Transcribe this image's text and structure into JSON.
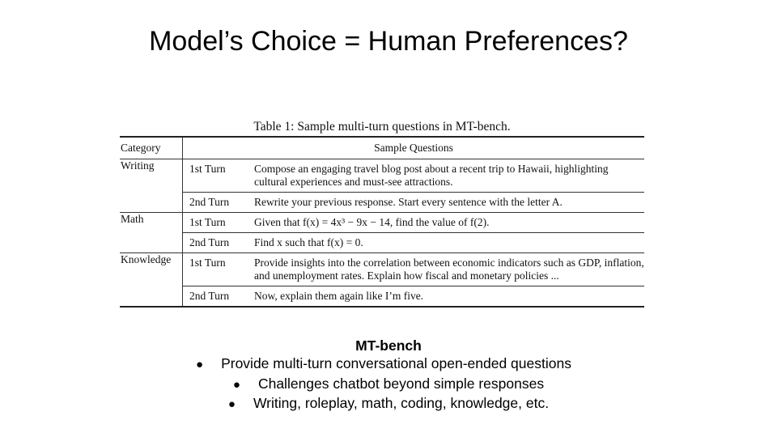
{
  "slide": {
    "title": "Model’s Choice = Human Preferences?"
  },
  "table": {
    "caption": "Table 1: Sample multi-turn questions in MT-bench.",
    "headers": {
      "category": "Category",
      "questions": "Sample Questions"
    },
    "groups": [
      {
        "category": "Writing",
        "turns": [
          {
            "turn": "1st Turn",
            "question": "Compose an engaging travel blog post about a recent trip to Hawaii, highlighting cultural experiences and must-see attractions."
          },
          {
            "turn": "2nd Turn",
            "question": "Rewrite your previous response. Start every sentence with the letter A."
          }
        ]
      },
      {
        "category": "Math",
        "turns": [
          {
            "turn": "1st Turn",
            "question": "Given that f(x) = 4x³ − 9x − 14, find the value of f(2)."
          },
          {
            "turn": "2nd Turn",
            "question": "Find x such that f(x) = 0."
          }
        ]
      },
      {
        "category": "Knowledge",
        "turns": [
          {
            "turn": "1st Turn",
            "question": "Provide insights into the correlation between economic indicators such as GDP, inflation, and unemployment rates. Explain how fiscal and monetary policies ..."
          },
          {
            "turn": "2nd Turn",
            "question": "Now, explain them again like I’m five."
          }
        ]
      }
    ]
  },
  "notes": {
    "title": "MT-bench",
    "bullet_glyph": "●",
    "items": [
      "Provide multi-turn conversational open-ended questions",
      "Challenges chatbot beyond simple responses",
      "Writing, roleplay, math, coding, knowledge, etc."
    ]
  }
}
